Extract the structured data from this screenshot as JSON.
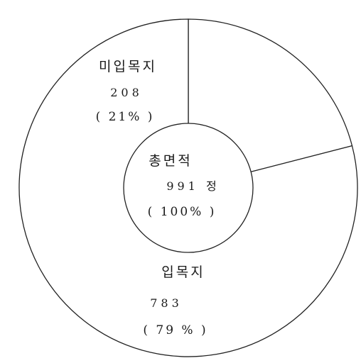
{
  "chart_data": {
    "type": "pie",
    "center": {
      "label": "총면적",
      "value": "991 정",
      "percent": "( 100% )"
    },
    "slices": [
      {
        "label": "미입목지",
        "value": 208,
        "value_text": "208",
        "percent": 21,
        "percent_text": "( 21% )"
      },
      {
        "label": "입목지",
        "value": 783,
        "value_text": "783",
        "percent": 79,
        "percent_text": "( 79 % )"
      }
    ],
    "colors": {
      "line": "#222222",
      "fill": "#ffffff"
    }
  }
}
